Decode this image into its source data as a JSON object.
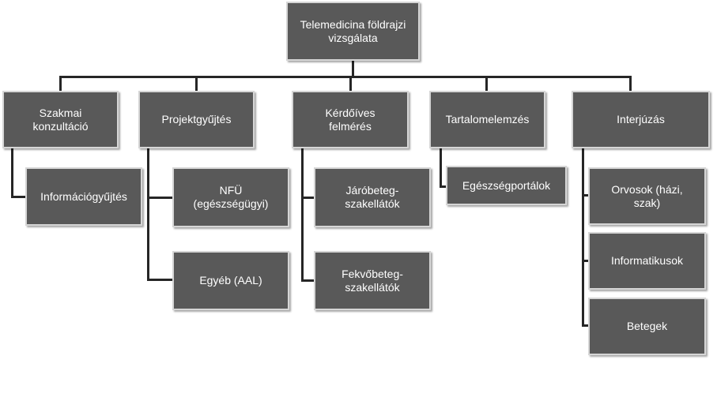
{
  "root": {
    "label": "Telemedicina földrajzi vizsgálata"
  },
  "branches": [
    {
      "label": "Szakmai konzultáció",
      "children": [
        "Információgyűjtés"
      ]
    },
    {
      "label": "Projektgyűjtés",
      "children": [
        "NFÜ (egészségügyi)",
        "Egyéb (AAL)"
      ]
    },
    {
      "label": "Kérdőíves felmérés",
      "children": [
        "Járóbeteg-szakellátók",
        "Fekvőbeteg-szakellátók"
      ]
    },
    {
      "label": "Tartalomelemzés",
      "children": [
        "Egészségportálok"
      ]
    },
    {
      "label": "Interjúzás",
      "children": [
        "Orvosok (házi, szak)",
        "Informatikusok",
        "Betegek"
      ]
    }
  ],
  "colors": {
    "box_fill": "#595959",
    "box_border": "#d6d6d6",
    "connector": "#262626",
    "text": "#ffffff"
  }
}
